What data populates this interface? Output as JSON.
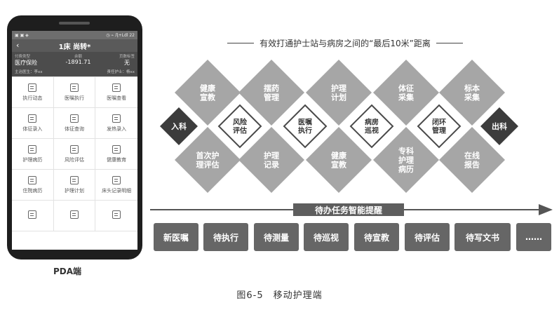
{
  "phone": {
    "title": "1床 尚转*",
    "back_glyph": "‹",
    "status_left": "▣ ▣ ◈",
    "status_right": "◷ ⌁ Ӆ+Ldl 22",
    "info": [
      {
        "key": "付费类型",
        "value": "医疗保险"
      },
      {
        "key": "余额",
        "value": "-1891.71"
      },
      {
        "key": "页数标签",
        "value": "无"
      }
    ],
    "sub_left": "主治医生：李xx",
    "sub_right": "责任护士：杨xx",
    "grid": [
      "执行动态",
      "医嘱执行",
      "医嘱查看",
      "体征录入",
      "体征查询",
      "发热录入",
      "护理病历",
      "风险评估",
      "健康教育",
      "住院病历",
      "护理计划",
      "床头记录明细",
      "",
      "",
      ""
    ],
    "caption": "PDA端"
  },
  "heading": "有效打通护士站与病房之间的“最后10米”距离",
  "top_diamonds": [
    "健康\n宣教",
    "摆药\n管理",
    "护理\n计划",
    "体征\n采集",
    "标本\n采集"
  ],
  "mid_diamonds": [
    "风险\n评估",
    "医嘱\n执行",
    "病房\n巡视",
    "闭环\n管理"
  ],
  "bottom_diamonds": [
    "首次护\n理评估",
    "护理\n记录",
    "健康\n宣教",
    "专科\n护理\n病历",
    "在线\n报告"
  ],
  "entry_label": "入科",
  "exit_label": "出科",
  "banner": "待办任务智能提醒",
  "tasks": [
    "新医嘱",
    "待执行",
    "待测量",
    "待巡视",
    "待宣教",
    "待评估",
    "待写文书",
    "……"
  ],
  "figure_caption": "图6-5　移动护理端",
  "colors": {
    "diamond": "#a6a6a6",
    "diamond_dark": "#3c3c3c",
    "tag": "#666666",
    "banner": "#5e5e5e"
  }
}
